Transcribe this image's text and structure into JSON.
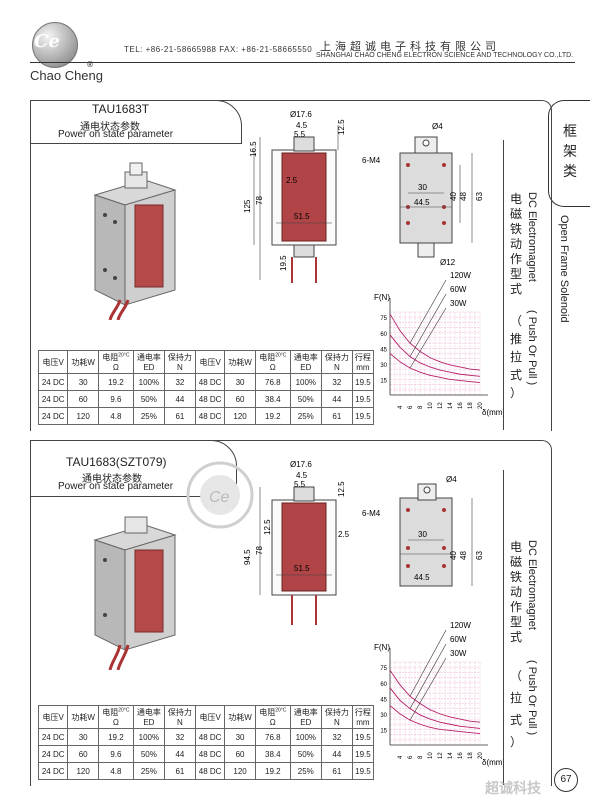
{
  "header": {
    "logo_mark": "Ce",
    "brand": "Chao Cheng",
    "registered": "®",
    "contact": "TEL: +86-21-58665988  FAX: +86-21-58665550",
    "company_cn": "上海超诚电子科技有限公司",
    "company_en": "SHANGHAI CHAO CHENG ELECTRON SCIENCE AND TECHNOLOGY CO.,LTD."
  },
  "side_tab": {
    "chars": [
      "框",
      "架",
      "类"
    ]
  },
  "side_labels": {
    "dc_en": "DC Electromagnet",
    "dc_cn": [
      "电",
      "磁",
      "铁",
      "动",
      "作",
      "型",
      "式"
    ],
    "open_frame": "Open Frame Solenoid",
    "push_pull": "( Push Or Pull )",
    "push_pull_cn": [
      "（",
      "推",
      "拉",
      "式",
      "）"
    ],
    "push_pull_cn_2": [
      "（",
      "拉",
      "式",
      "）"
    ]
  },
  "sections": [
    {
      "model": "TAU1683T",
      "state_cn": "通电状态参数",
      "state_en": "Power on state parameter",
      "dims": {
        "d_top": "Ø17.6",
        "w1": "4.5",
        "w2": "5.5",
        "h_top": "12.5",
        "h2": "16.5",
        "inner": "2.5",
        "body_w": "51.5",
        "h_total": "125",
        "h_body": "78",
        "h_plunger": "19.5",
        "side_d": "Ø4",
        "thread": "6-M4",
        "s30": "30",
        "s44": "44.5",
        "s40": "40",
        "s48": "48",
        "s63": "63",
        "d12": "Ø12"
      }
    },
    {
      "model": "TAU1683(SZT079)",
      "state_cn": "通电状态参数",
      "state_en": "Power on state parameter",
      "dims": {
        "d_top": "Ø17.6",
        "w1": "4.5",
        "w2": "5.5",
        "h_top": "12.5",
        "inner": "2.5",
        "body_w": "51.5",
        "h_total": "94.5",
        "h_body": "78",
        "h_plunger": "12.5",
        "side_d": "Ø4",
        "thread": "6-M4",
        "s30": "30",
        "s44": "44.5",
        "s40": "40",
        "s48": "48",
        "s63": "63"
      }
    }
  ],
  "table": {
    "headers": [
      "电压V",
      "功耗W",
      "电阻",
      "Ω",
      "通电率",
      "ED",
      "保持力",
      "N",
      "电压V",
      "功耗W",
      "电阻",
      "Ω",
      "通电率",
      "ED",
      "保持力",
      "N",
      "行程",
      "mm"
    ],
    "temp": "20°C",
    "rows": [
      [
        "24 DC",
        "30",
        "19.2",
        "100%",
        "32",
        "48 DC",
        "30",
        "76.8",
        "100%",
        "32",
        "19.5"
      ],
      [
        "24 DC",
        "60",
        "9.6",
        "50%",
        "44",
        "48 DC",
        "60",
        "38.4",
        "50%",
        "44",
        "19.5"
      ],
      [
        "24 DC",
        "120",
        "4.8",
        "25%",
        "61",
        "48 DC",
        "120",
        "19.2",
        "25%",
        "61",
        "19.5"
      ]
    ]
  },
  "chart_data": [
    {
      "type": "line",
      "ylabel": "F(N)",
      "xlabel": "δ(mm)",
      "x_ticks": [
        4,
        6,
        8,
        10,
        12,
        14,
        16,
        18,
        20
      ],
      "y_ticks": [
        15,
        30,
        45,
        60,
        75
      ],
      "xlim": [
        2,
        20
      ],
      "ylim": [
        0,
        80
      ],
      "x": [
        2,
        4,
        6,
        8,
        10,
        12,
        14,
        16,
        18,
        20
      ],
      "series": [
        {
          "name": "120W",
          "values": [
            78,
            62,
            50,
            42,
            36,
            32,
            29,
            27,
            25,
            24
          ]
        },
        {
          "name": "60W",
          "values": [
            58,
            46,
            37,
            31,
            27,
            24,
            22,
            20,
            19,
            18
          ]
        },
        {
          "name": "30W",
          "values": [
            40,
            32,
            26,
            22,
            19,
            17,
            15,
            14,
            13,
            12
          ]
        }
      ]
    },
    {
      "type": "line",
      "ylabel": "F(N)",
      "xlabel": "δ(mm)",
      "x_ticks": [
        4,
        6,
        8,
        10,
        12,
        14,
        16,
        18,
        20
      ],
      "y_ticks": [
        15,
        30,
        45,
        60,
        75
      ],
      "xlim": [
        2,
        20
      ],
      "ylim": [
        0,
        80
      ],
      "x": [
        2,
        4,
        6,
        8,
        10,
        12,
        14,
        16,
        18,
        20
      ],
      "series": [
        {
          "name": "120W",
          "values": [
            72,
            58,
            47,
            40,
            34,
            30,
            27,
            25,
            23,
            22
          ]
        },
        {
          "name": "60W",
          "values": [
            55,
            43,
            35,
            29,
            25,
            22,
            20,
            18,
            17,
            16
          ]
        },
        {
          "name": "30W",
          "values": [
            38,
            30,
            24,
            20,
            17,
            15,
            14,
            13,
            12,
            11
          ]
        }
      ]
    }
  ],
  "footer": {
    "page": "67",
    "watermark": "超诚科技"
  }
}
